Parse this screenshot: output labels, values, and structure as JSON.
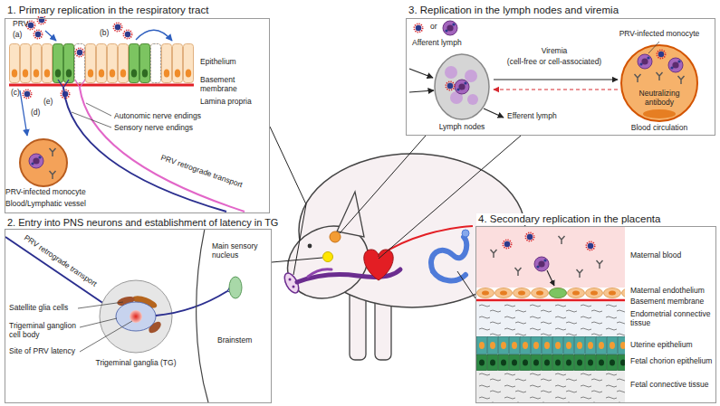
{
  "diagram": {
    "nodes": [
      {
        "text": [
          "1. Primary replication in the respiratory tract"
        ]
      },
      {
        "text": [
          "2. Entry into PNS neurons and establishment of latency in TG"
        ]
      },
      {
        "text": [
          "3. Replication in the lymph nodes and viremia"
        ]
      },
      {
        "text": [
          "4. Secondary replication in the placenta"
        ]
      }
    ],
    "labels": [
      "PRV",
      "(a)",
      "(b)",
      "Epithelium",
      "Basement membrane",
      "(c)",
      "Lamina propria",
      "(d)",
      "(e)",
      "Autonomic nerve endings",
      "Sensory nerve endings",
      "PRV retrograde transport",
      "PRV-infected monocyte",
      "Blood/Lymphatic vessel",
      "PRV retrograde transport",
      "Satellite glia cells",
      "Trigeminal ganglion cell body",
      "Site of PRV latency",
      "Trigeminal ganglia (TG)",
      "Main sensory nucleus",
      "Brainstem",
      "or",
      "Afferent lymph",
      "Viremia",
      "(cell-free or cell-associated)",
      "PRV-infected monocyte",
      "Neutralizing antibody",
      "Efferent lymph",
      "Lymph nodes",
      "Blood circulation",
      "Maternal blood",
      "Maternal endothelium",
      "Basement membrane",
      "Endometrial connective tissue",
      "Uterine epithelium",
      "Fetal chorion epithelium",
      "Fetal connective tissue"
    ]
  }
}
